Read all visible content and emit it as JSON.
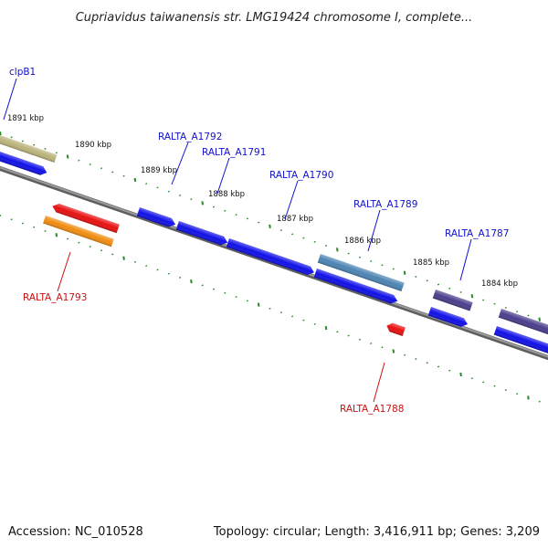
{
  "title": "Cupriavidus taiwanensis str. LMG19424 chromosome I, complete...",
  "accession": "Accession: NC_010528",
  "summary": "Topology: circular; Length: 3,416,911 bp; Genes: 3,209",
  "colors": {
    "backbone": "#808080",
    "tick": "#2a8a2a",
    "cds_forward": "#1010e8",
    "cds_reverse": "#e81010",
    "label_forward": "#1111cc",
    "label_reverse": "#cc1111",
    "gene_olive": "#bab37a",
    "gene_orange": "#f08c10",
    "gene_steelblue": "#4c84b4",
    "gene_slate": "#4a3e8c"
  },
  "tick_labels": [
    {
      "text": "1891 kbp",
      "t": 1
    },
    {
      "text": "1890 kbp",
      "t": 2
    },
    {
      "text": "1889 kbp",
      "t": 3
    },
    {
      "text": "1888 kbp",
      "t": 4
    },
    {
      "text": "1887 kbp",
      "t": 5
    },
    {
      "text": "1886 kbp",
      "t": 6
    },
    {
      "text": "1885 kbp",
      "t": 7
    },
    {
      "text": "1884 kbp",
      "t": 8
    }
  ],
  "gene_labels": [
    {
      "text": "clpB1",
      "strand": "forward"
    },
    {
      "text": "RALTA_A1792",
      "strand": "forward"
    },
    {
      "text": "RALTA_A1791",
      "strand": "forward"
    },
    {
      "text": "RALTA_A1790",
      "strand": "forward"
    },
    {
      "text": "RALTA_A1789",
      "strand": "forward"
    },
    {
      "text": "RALTA_A1787",
      "strand": "forward"
    },
    {
      "text": "RALTA_A1793",
      "strand": "reverse"
    },
    {
      "text": "RALTA_A1788",
      "strand": "reverse"
    }
  ]
}
